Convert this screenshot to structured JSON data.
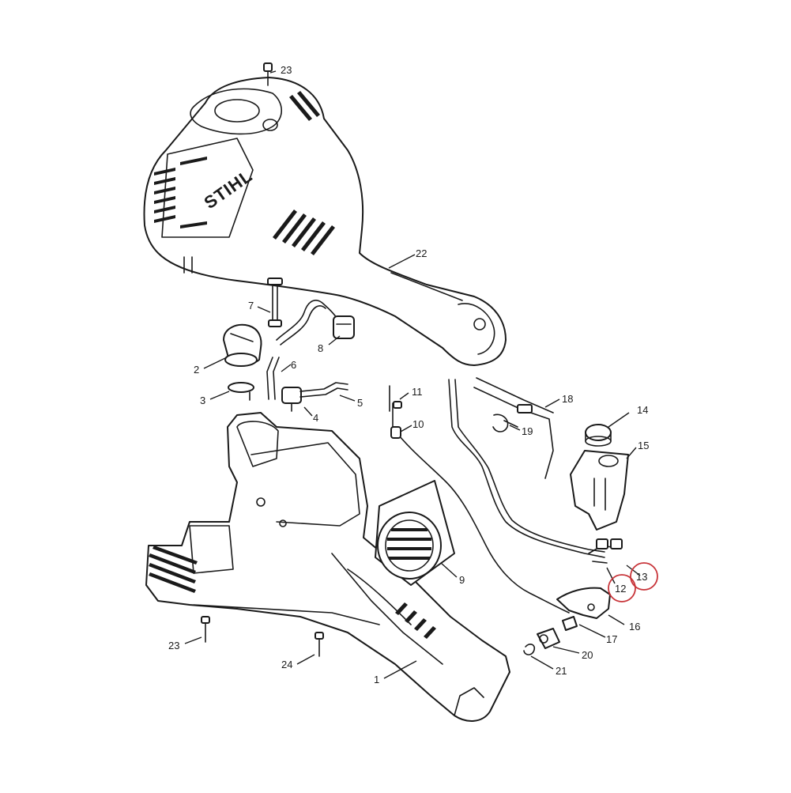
{
  "logo": {
    "text": "STIHL"
  },
  "callouts": [
    "1",
    "2",
    "3",
    "4",
    "5",
    "6",
    "7",
    "8",
    "9",
    "10",
    "11",
    "12",
    "13",
    "14",
    "15",
    "16",
    "17",
    "18",
    "19",
    "20",
    "21",
    "22",
    "23",
    "24"
  ],
  "highlighted_callouts": [
    "12",
    "13"
  ],
  "colors": {
    "line": "#1a1a1a",
    "highlight": "#c8353a",
    "background": "#ffffff"
  }
}
